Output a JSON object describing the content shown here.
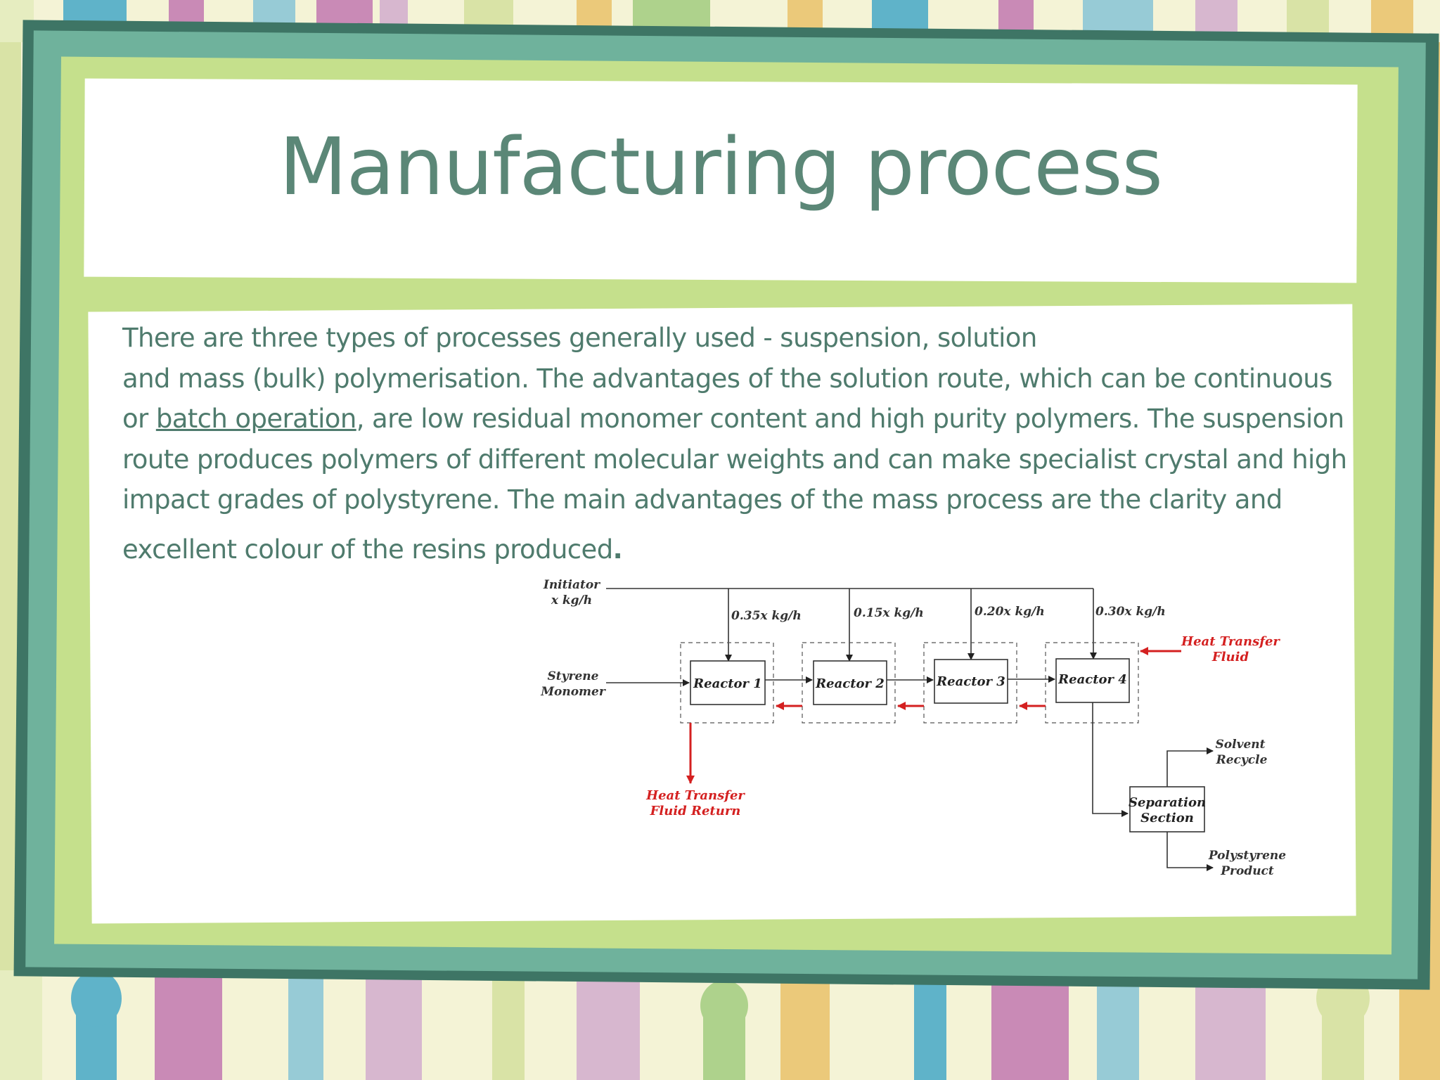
{
  "slide": {
    "title": "Manufacturing process",
    "paragraph": {
      "line1": "There are three types of processes generally used - suspension, solution",
      "line2": "and mass (bulk) polymerisation. The advantages of the solution route, which can be continuous",
      "line3_before_link": "or ",
      "line3_link": "batch operation",
      "line3_after_link": ", are low residual monomer content and high purity polymers. The suspension",
      "line4": "route produces polymers of different molecular weights and can make specialist crystal and high",
      "line5": "impact grades of polystyrene. The main advantages of the mass process are the clarity and",
      "line6": "excellent colour of the resins produced",
      "line6_period": "."
    }
  },
  "diagram": {
    "initiator": {
      "line1": "Initiator",
      "line2": "x kg/h"
    },
    "styrene": {
      "line1": "Styrene",
      "line2": "Monomer"
    },
    "feeds": [
      "0.35x kg/h",
      "0.15x kg/h",
      "0.20x kg/h",
      "0.30x kg/h"
    ],
    "reactors": [
      "Reactor 1",
      "Reactor 2",
      "Reactor 3",
      "Reactor 4"
    ],
    "heat_in": {
      "line1": "Heat Transfer",
      "line2": "Fluid"
    },
    "heat_return": {
      "line1": "Heat Transfer",
      "line2": "Fluid Return"
    },
    "separation": {
      "line1": "Separation",
      "line2": "Section"
    },
    "solvent": {
      "line1": "Solvent",
      "line2": "Recycle"
    },
    "product": {
      "line1": "Polystyrene",
      "line2": "Product"
    },
    "colors": {
      "process": "#222222",
      "heat": "#d42020"
    }
  }
}
